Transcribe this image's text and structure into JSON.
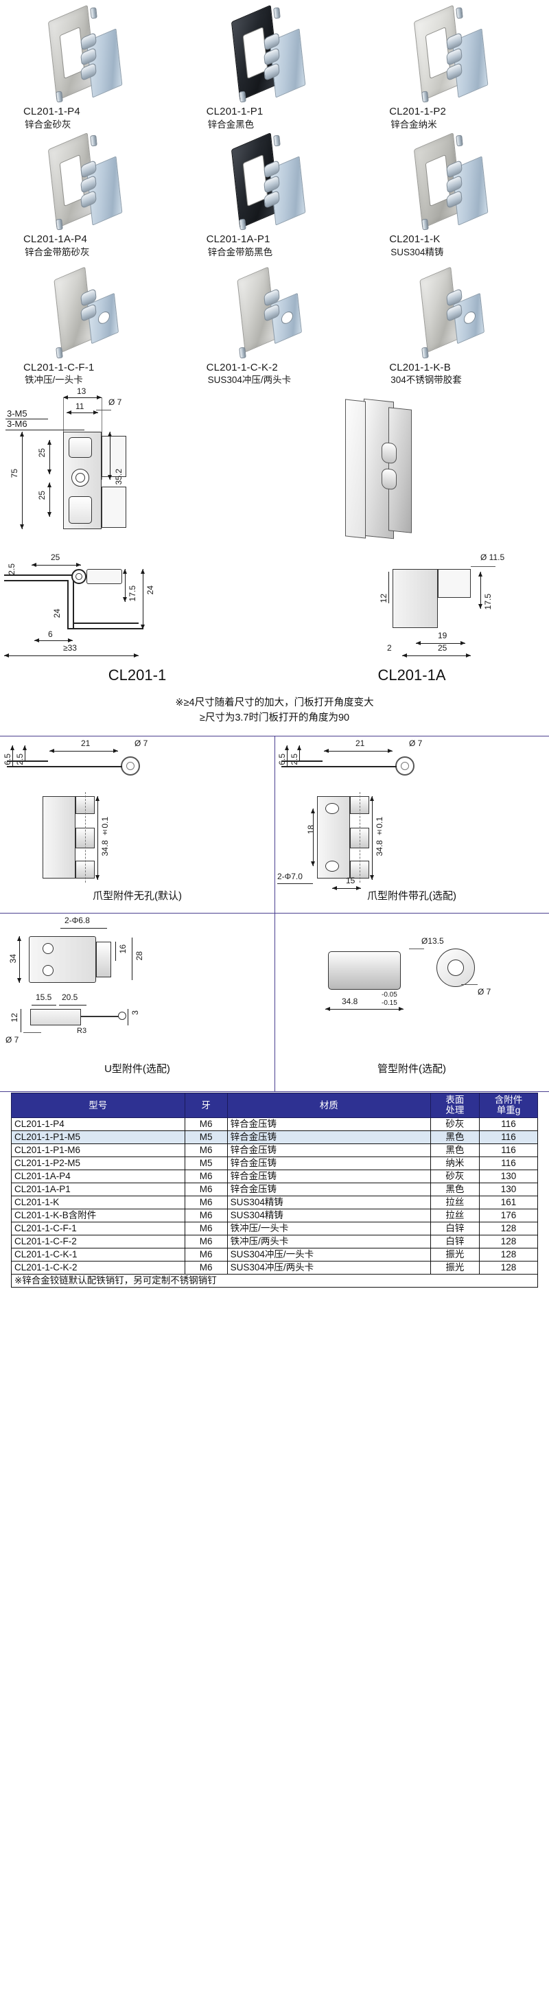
{
  "gallery": {
    "rows": [
      [
        {
          "model": "CL201-1-P4",
          "desc": "锌合金砂灰",
          "finish": "sandgrey",
          "style": "cast"
        },
        {
          "model": "CL201-1-P1",
          "desc": "锌合金黑色",
          "finish": "black",
          "style": "cast"
        },
        {
          "model": "CL201-1-P2",
          "desc": "锌合金纳米",
          "finish": "nano",
          "style": "cast"
        }
      ],
      [
        {
          "model": "CL201-1A-P4",
          "desc": "锌合金带筋砂灰",
          "finish": "sandgrey",
          "style": "cast"
        },
        {
          "model": "CL201-1A-P1",
          "desc": "锌合金带筋黑色",
          "finish": "black",
          "style": "cast"
        },
        {
          "model": "CL201-1-K",
          "desc": "SUS304精铸",
          "finish": "ss",
          "style": "cast"
        }
      ],
      [
        {
          "model": "CL201-1-C-F-1",
          "desc": "铁冲压/一头卡",
          "finish": "ss",
          "style": "stamped"
        },
        {
          "model": "CL201-1-C-K-2",
          "desc": "SUS304冲压/两头卡",
          "finish": "ss",
          "style": "stamped"
        },
        {
          "model": "CL201-1-K-B",
          "desc": "304不锈钢带胶套",
          "finish": "ss",
          "style": "stamped"
        }
      ]
    ]
  },
  "drawing_main": {
    "thread_upper": "3-M5",
    "thread_lower": "3-M6",
    "top_13": "13",
    "top_11": "11",
    "dia_7": "Ø 7",
    "height_75": "75",
    "seg_25_upper": "25",
    "seg_25_lower": "25",
    "dim_35_2": "35.2"
  },
  "drawing_section": {
    "left": {
      "d_2_5": "2.5",
      "d_25": "25",
      "d_17_5": "17.5",
      "d_24_right": "24",
      "d_24_inner": "24",
      "d_6": "6",
      "d_min33": "≥33",
      "title": "CL201-1"
    },
    "right": {
      "dia_11_5": "Ø 11.5",
      "d_17_5": "17.5",
      "d_12": "12",
      "d_19": "19",
      "d_2": "2",
      "d_25": "25",
      "title": "CL201-1A"
    }
  },
  "notes": {
    "line1": "※≥4尺寸随着尺寸的加大，门板打开角度变大",
    "line2": "≥尺寸为3.7时门板打开的角度为90"
  },
  "accessories": {
    "tl": {
      "d_6_5": "6.5",
      "d_2_5": "2.5",
      "d_21": "21",
      "dia_7": "Ø 7",
      "d_34_8": "34.8 ±0.1",
      "label": "爪型附件无孔(默认)"
    },
    "tr": {
      "d_6_5": "6.5",
      "d_2_5": "2.5",
      "d_21": "21",
      "dia_7": "Ø 7",
      "d_18": "18",
      "d_2_phi7": "2-Φ7.0",
      "d_15": "15",
      "d_34_8": "34.8 ±0.1",
      "label": "爪型附件带孔(选配)"
    },
    "bl": {
      "d_2_phi6_8": "2-Φ6.8",
      "d_34": "34",
      "d_16": "16",
      "d_28": "28",
      "d_15_5": "15.5",
      "d_20_5": "20.5",
      "d_12": "12",
      "d_3": "3",
      "d_r3": "R3",
      "dia_7": "Ø 7",
      "label": "U型附件(选配)"
    },
    "br": {
      "dia_13_5": "Ø13.5",
      "d_34_8": "34.8",
      "tol_up": "-0.05",
      "tol_dn": "-0.15",
      "dia_7": "Ø 7",
      "label": "管型附件(选配)"
    }
  },
  "table": {
    "headers": [
      "型号",
      "牙",
      "材质",
      "表面\n处理",
      "含附件\n单重g"
    ],
    "headers_parts": {
      "h0": "型号",
      "h1": "牙",
      "h2": "材质",
      "h3a": "表面",
      "h3b": "处理",
      "h4a": "含附件",
      "h4b": "单重g"
    },
    "rows": [
      {
        "model": "CL201-1-P4",
        "thread": "M6",
        "material": "锌合金压铸",
        "finish": "砂灰",
        "weight": "116"
      },
      {
        "model": "CL201-1-P1-M5",
        "thread": "M5",
        "material": "锌合金压铸",
        "finish": "黑色",
        "weight": "116"
      },
      {
        "model": "CL201-1-P1-M6",
        "thread": "M6",
        "material": "锌合金压铸",
        "finish": "黑色",
        "weight": "116"
      },
      {
        "model": "CL201-1-P2-M5",
        "thread": "M5",
        "material": "锌合金压铸",
        "finish": "纳米",
        "weight": "116"
      },
      {
        "model": "CL201-1A-P4",
        "thread": "M6",
        "material": "锌合金压铸",
        "finish": "砂灰",
        "weight": "130"
      },
      {
        "model": "CL201-1A-P1",
        "thread": "M6",
        "material": "锌合金压铸",
        "finish": "黑色",
        "weight": "130"
      },
      {
        "model": "CL201-1-K",
        "thread": "M6",
        "material": "SUS304精铸",
        "finish": "拉丝",
        "weight": "161"
      },
      {
        "model": "CL201-1-K-B含附件",
        "thread": "M6",
        "material": "SUS304精铸",
        "finish": "拉丝",
        "weight": "176"
      },
      {
        "model": "CL201-1-C-F-1",
        "thread": "M6",
        "material": "铁冲压/一头卡",
        "finish": "白锌",
        "weight": "128"
      },
      {
        "model": "CL201-1-C-F-2",
        "thread": "M6",
        "material": "铁冲压/两头卡",
        "finish": "白锌",
        "weight": "128"
      },
      {
        "model": "CL201-1-C-K-1",
        "thread": "M6",
        "material": "SUS304冲压/一头卡",
        "finish": "振光",
        "weight": "128"
      },
      {
        "model": "CL201-1-C-K-2",
        "thread": "M6",
        "material": "SUS304冲压/两头卡",
        "finish": "振光",
        "weight": "128"
      }
    ],
    "footnote": "※锌合金铰链默认配铁销钉，另可定制不锈钢销钉"
  },
  "colors": {
    "table_header_bg": "#2e3192",
    "table_alt_row": "#dbe7f3",
    "separator": "#4a3f8f",
    "ink": "#111111"
  }
}
